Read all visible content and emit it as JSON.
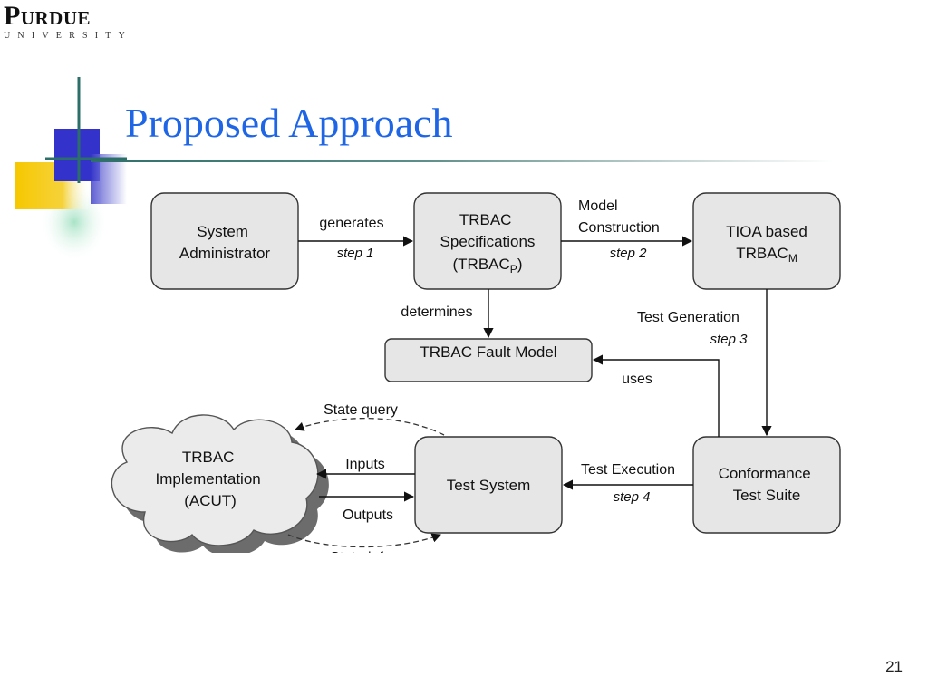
{
  "logo": {
    "name": "Purdue",
    "sub": "UNIVERSITY"
  },
  "title": "Proposed Approach",
  "page_number": "21",
  "colors": {
    "title": "#1e66e6",
    "box_fill": "#e6e6e6",
    "box_stroke": "#333333",
    "cloud_fill": "#ebebeb"
  },
  "diagram": {
    "nodes": {
      "sysadmin": [
        "System",
        "Administrator"
      ],
      "spec": [
        "TRBAC",
        "Specifications"
      ],
      "spec_sub": {
        "open": "(TRBAC",
        "sub": "P",
        "close": ")"
      },
      "tioa": [
        "TIOA based"
      ],
      "tioa_sub": {
        "base": "TRBAC",
        "sub": "M"
      },
      "fault": "TRBAC Fault Model",
      "test_system": "Test System",
      "conformance": [
        "Conformance",
        "Test Suite"
      ],
      "acut": [
        "TRBAC",
        "Implementation",
        "(ACUT)"
      ]
    },
    "edges": {
      "generates": "generates",
      "step1": "step 1",
      "model_construction": [
        "Model",
        "Construction"
      ],
      "step2": "step 2",
      "determines": "determines",
      "test_generation": "Test Generation",
      "step3": "step 3",
      "uses": "uses",
      "state_query": "State query",
      "inputs": "Inputs",
      "outputs": "Outputs",
      "state_info": "State info",
      "test_execution": "Test Execution",
      "step4": "step 4"
    }
  }
}
